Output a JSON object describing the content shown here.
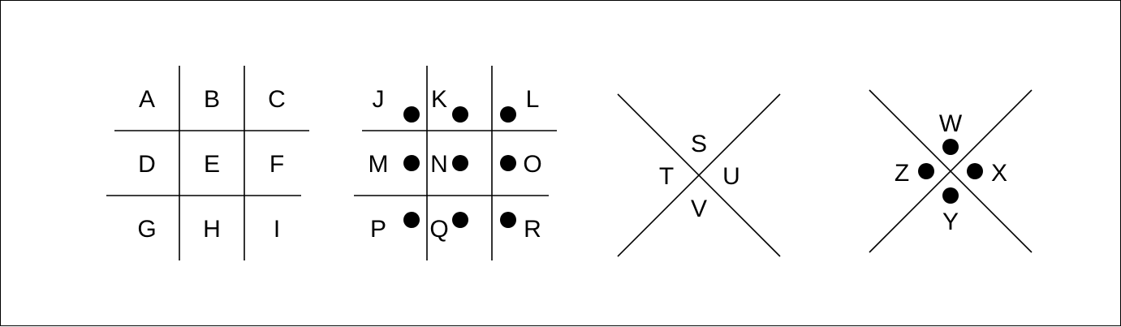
{
  "grid_plain": {
    "letters": [
      "A",
      "B",
      "C",
      "D",
      "E",
      "F",
      "G",
      "H",
      "I"
    ]
  },
  "grid_dotted": {
    "letters": [
      "J",
      "K",
      "L",
      "M",
      "N",
      "O",
      "P",
      "Q",
      "R"
    ]
  },
  "x_plain": {
    "letters": [
      "S",
      "T",
      "U",
      "V"
    ]
  },
  "x_dotted": {
    "letters": [
      "W",
      "Z",
      "X",
      "Y"
    ]
  },
  "colors": {
    "ink": "#000000",
    "background": "#ffffff"
  }
}
